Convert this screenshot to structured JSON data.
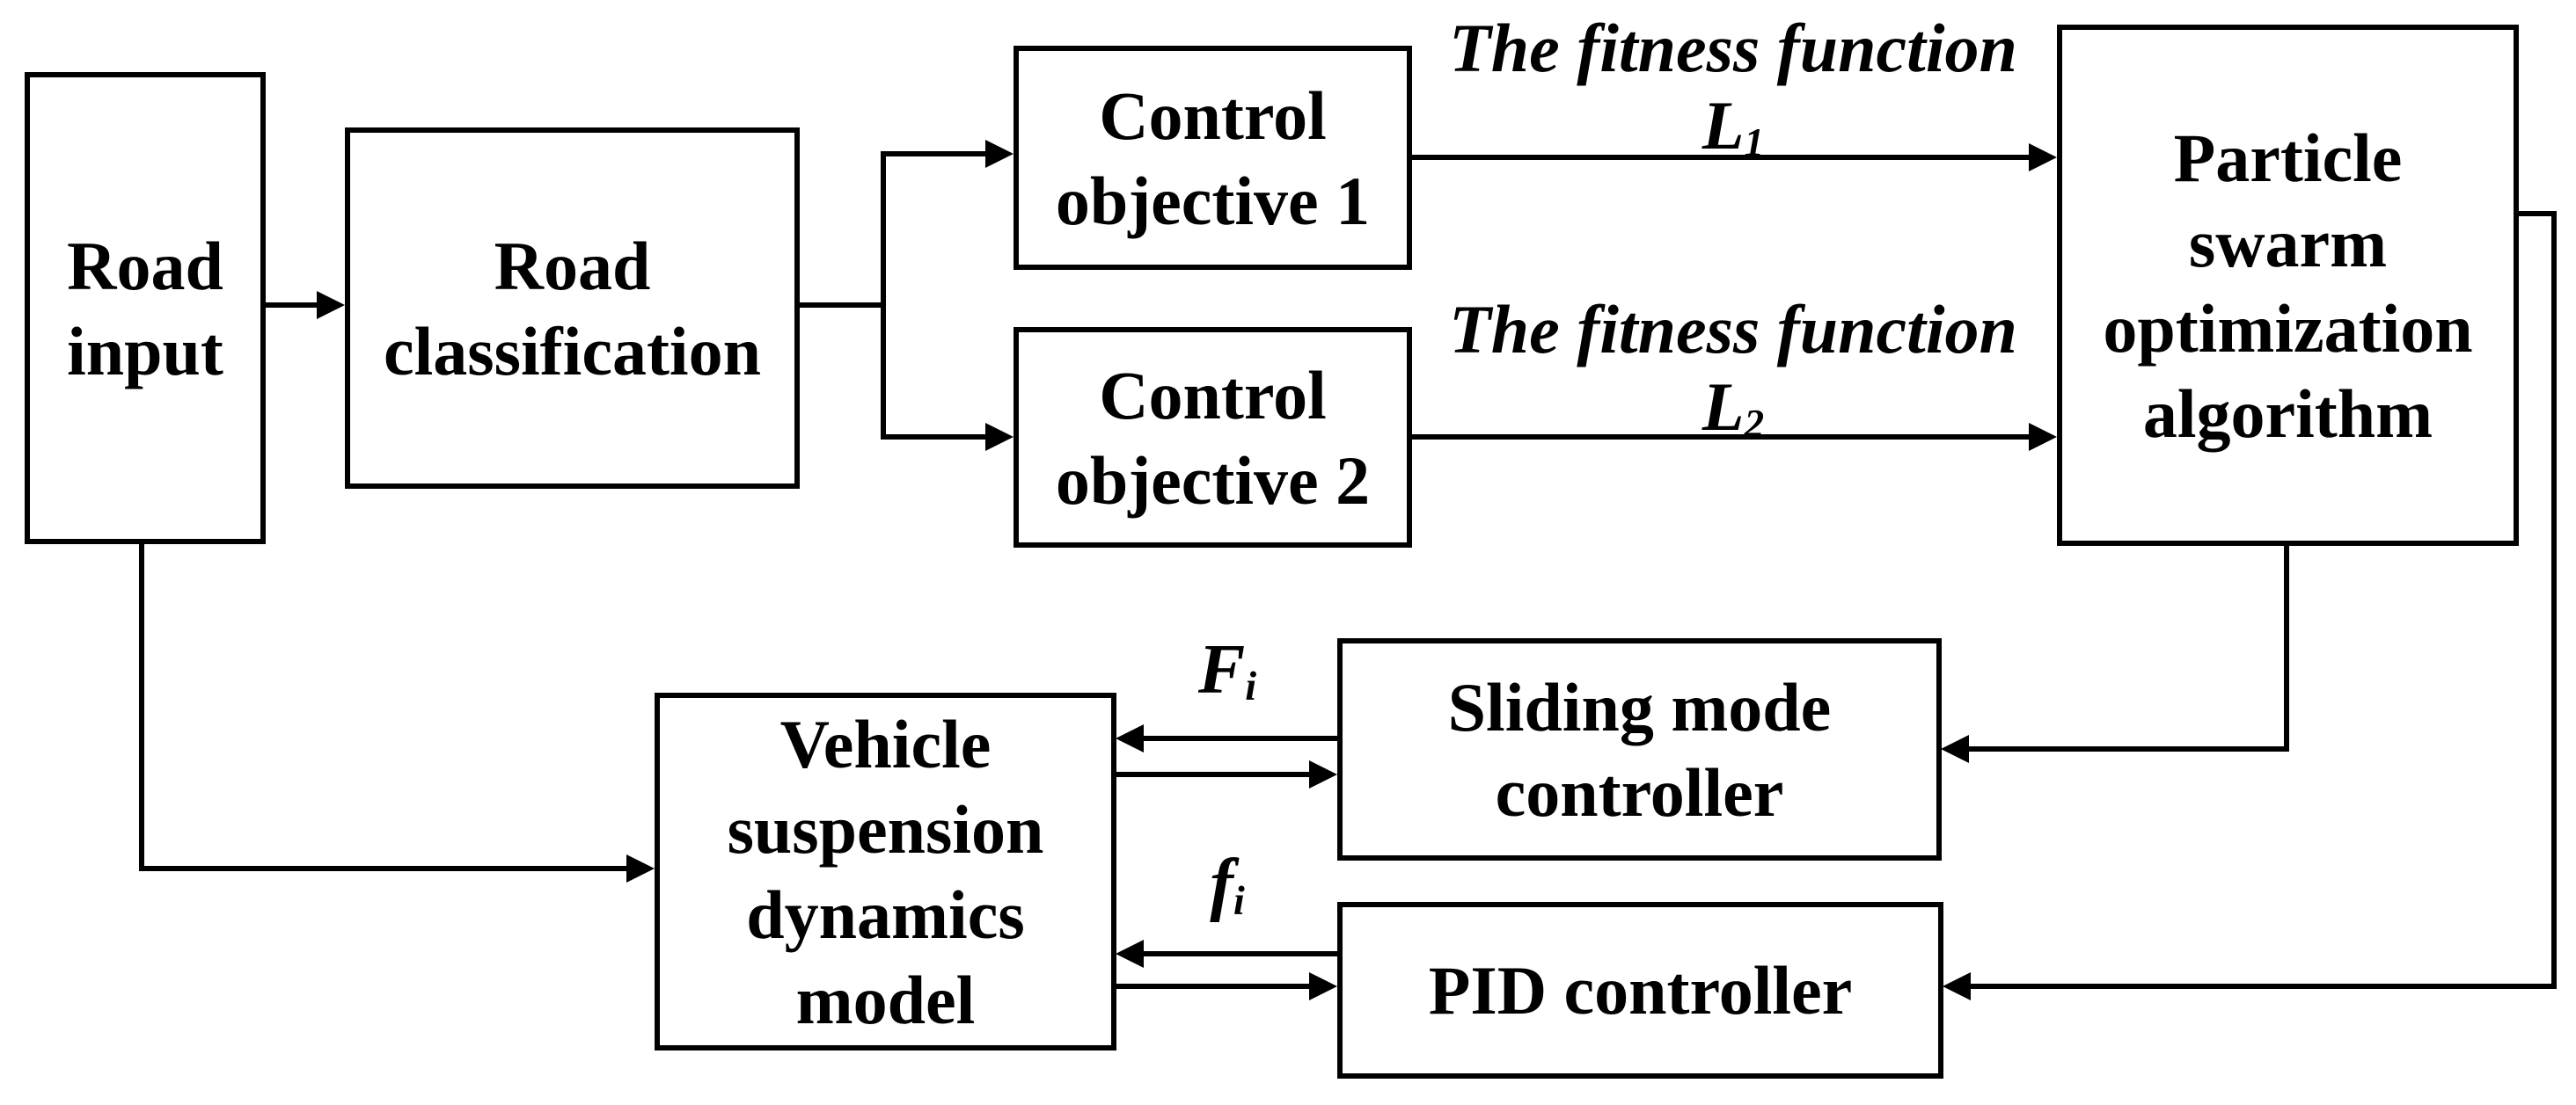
{
  "colors": {
    "background": "#ffffff",
    "line": "#000000",
    "text": "#000000"
  },
  "boxes": {
    "road_input": {
      "line1": "Road",
      "line2": "input"
    },
    "road_classification": {
      "line1": "Road",
      "line2": "classification"
    },
    "control_objective_1": {
      "line1": "Control",
      "line2": "objective 1"
    },
    "control_objective_2": {
      "line1": "Control",
      "line2": "objective 2"
    },
    "pso": {
      "line1": "Particle",
      "line2": "swarm",
      "line3": "optimization",
      "line4": "algorithm"
    },
    "sliding_mode": {
      "line1": "Sliding mode",
      "line2": "controller"
    },
    "pid": {
      "line1": "PID controller"
    },
    "vehicle": {
      "line1": "Vehicle",
      "line2": "suspension",
      "line3": "dynamics",
      "line4": "model"
    }
  },
  "edge_labels": {
    "fitness_1": {
      "text": "The fitness function",
      "symbol": "L",
      "subscript": "1"
    },
    "fitness_2": {
      "text": "The fitness function",
      "symbol": "L",
      "subscript": "2"
    },
    "force_sliding": {
      "symbol": "F",
      "subscript": "i"
    },
    "force_pid": {
      "symbol": "f",
      "subscript": "i"
    }
  },
  "connections": [
    {
      "from": "road_input",
      "to": "road_classification"
    },
    {
      "from": "road_classification",
      "to": "control_objective_1"
    },
    {
      "from": "road_classification",
      "to": "control_objective_2"
    },
    {
      "from": "control_objective_1",
      "to": "pso",
      "label": "fitness_1"
    },
    {
      "from": "control_objective_2",
      "to": "pso",
      "label": "fitness_2"
    },
    {
      "from": "pso",
      "to": "sliding_mode"
    },
    {
      "from": "pso",
      "to": "pid"
    },
    {
      "from": "road_input",
      "to": "vehicle"
    },
    {
      "from": "sliding_mode",
      "to": "vehicle",
      "label": "force_sliding"
    },
    {
      "from": "vehicle",
      "to": "sliding_mode"
    },
    {
      "from": "pid",
      "to": "vehicle",
      "label": "force_pid"
    },
    {
      "from": "vehicle",
      "to": "pid"
    }
  ]
}
